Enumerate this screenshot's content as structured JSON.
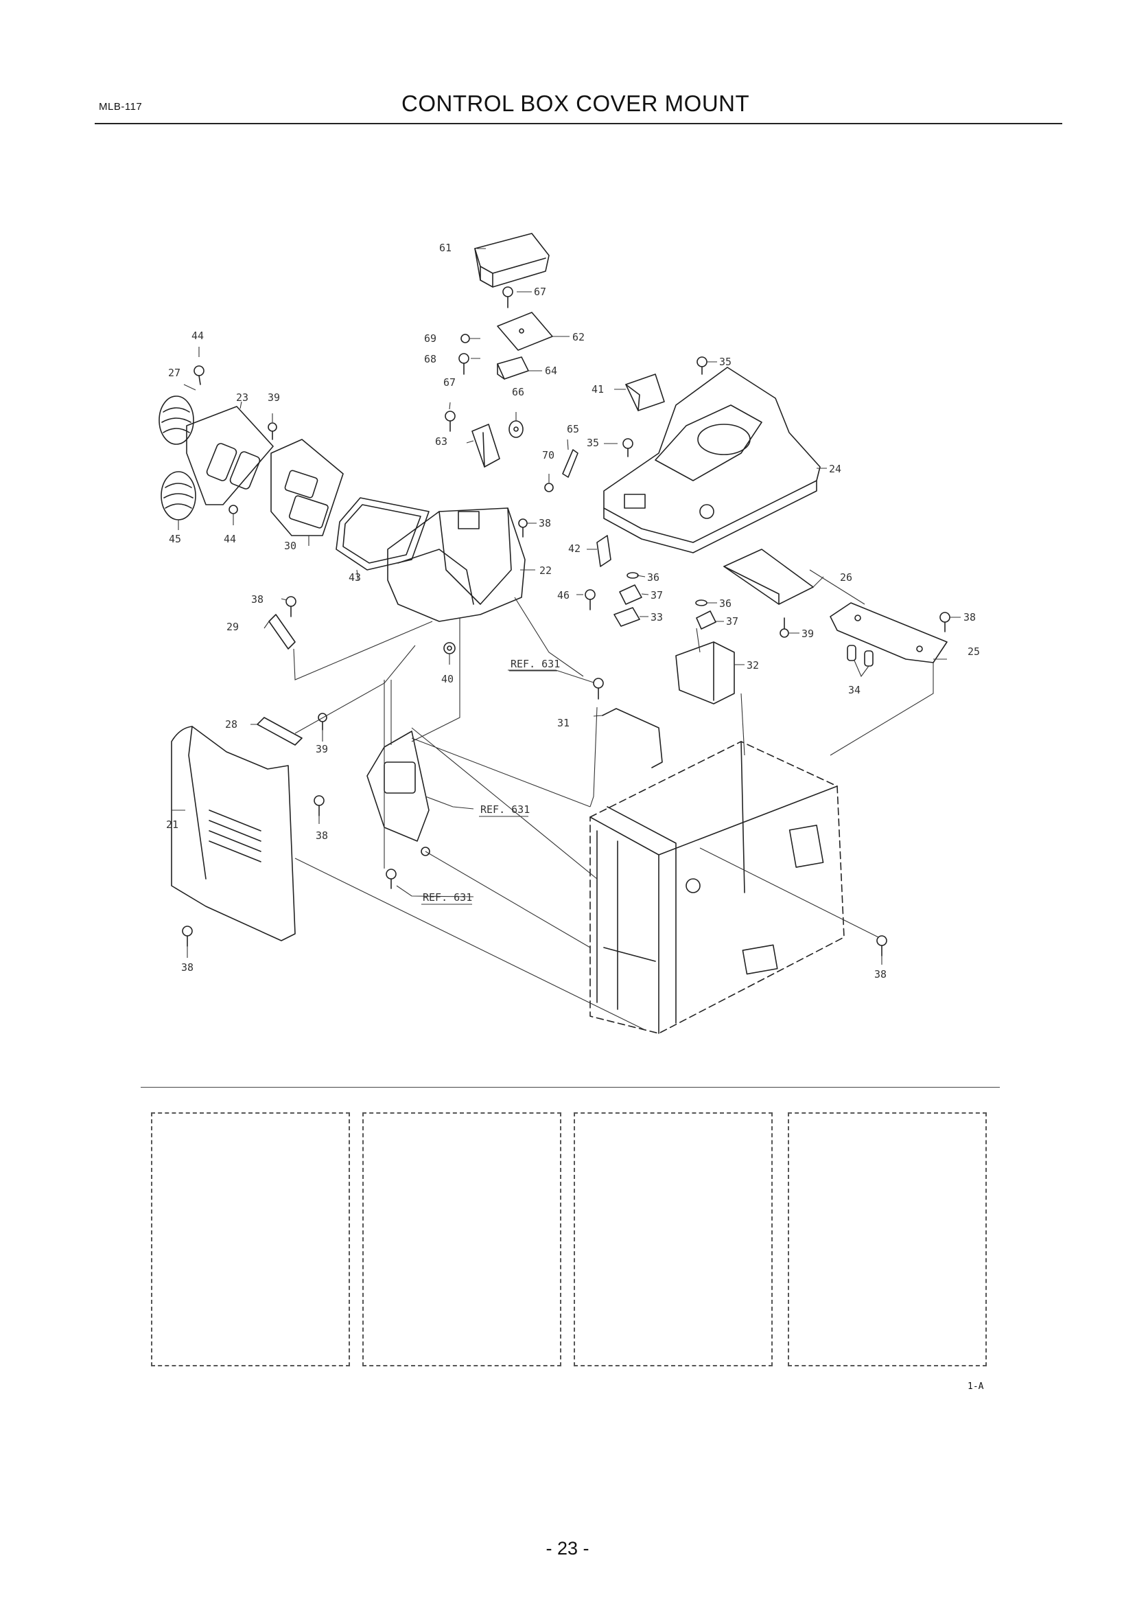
{
  "header": {
    "code": "MLB-117",
    "title": "CONTROL BOX COVER MOUNT"
  },
  "callouts": [
    "61",
    "67",
    "69",
    "62",
    "68",
    "64",
    "67",
    "66",
    "63",
    "65",
    "70",
    "44",
    "27",
    "23",
    "39",
    "45",
    "44",
    "30",
    "43",
    "38",
    "22",
    "38",
    "29",
    "40",
    "41",
    "35",
    "35",
    "24",
    "42",
    "36",
    "46",
    "37",
    "33",
    "26",
    "36",
    "37",
    "39",
    "38",
    "32",
    "25",
    "34",
    "REF. 631",
    "31",
    "28",
    "39",
    "21",
    "38",
    "REF. 631",
    "REF. 631",
    "38",
    "38"
  ],
  "footer": {
    "sheet_label": "1-A",
    "page_number": "- 23 -"
  }
}
